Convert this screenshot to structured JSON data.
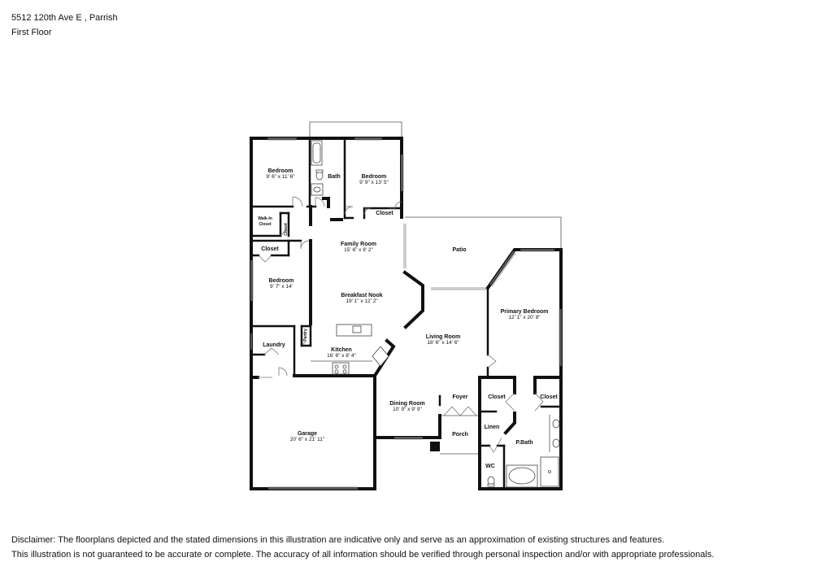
{
  "header": {
    "address": "5512 120th Ave E , Parrish",
    "floor": "First Floor"
  },
  "rooms": {
    "bedroom_nw": {
      "name": "Bedroom",
      "dims": "9' 6\" x 11' 6\""
    },
    "bath": {
      "name": "Bath"
    },
    "bedroom_ne": {
      "name": "Bedroom",
      "dims": "9' 9\" x 13' 5\""
    },
    "closet_ne": {
      "name": "Closet"
    },
    "walkin": {
      "name1": "Walk-In",
      "name2": "Closet"
    },
    "closet_small": {
      "name": "Closet"
    },
    "closet_w": {
      "name": "Closet"
    },
    "family": {
      "name": "Family Room",
      "dims": "15' 6\" x 8' 2\""
    },
    "patio": {
      "name": "Patio"
    },
    "bedroom_w": {
      "name": "Bedroom",
      "dims": "9' 7\" x 14'"
    },
    "nook": {
      "name": "Breakfast Nook",
      "dims": "19' 1\" x 12' 2\""
    },
    "primary": {
      "name": "Primary Bedroom",
      "dims": "12' 1\" x 20' 8\""
    },
    "pantry": {
      "name": "Pantry"
    },
    "laundry": {
      "name": "Laundry"
    },
    "kitchen": {
      "name": "Kitchen",
      "dims": "16' 6\" x 8' 4\""
    },
    "living": {
      "name": "Living Room",
      "dims": "18' 6\" x 14' 6\""
    },
    "dining": {
      "name": "Dining Room",
      "dims": "10' 9\" x 9' 9\""
    },
    "foyer": {
      "name": "Foyer"
    },
    "closet_p1": {
      "name": "Closet"
    },
    "closet_p2": {
      "name": "Closet"
    },
    "garage": {
      "name": "Garage",
      "dims": "20' 6\" x 21' 11\""
    },
    "porch": {
      "name": "Porch"
    },
    "linen": {
      "name": "Linen"
    },
    "pbath": {
      "name": "P.Bath"
    },
    "wc": {
      "name": "WC"
    }
  },
  "disclaimer": {
    "line1": "Disclaimer: The floorplans depicted and the stated dimensions in this illustration are indicative only and serve as an approximation of existing structures and features.",
    "line2": "This illustration is not guaranteed to be accurate or complete. The accuracy of all information should be verified through personal inspection and/or with appropriate professionals."
  }
}
